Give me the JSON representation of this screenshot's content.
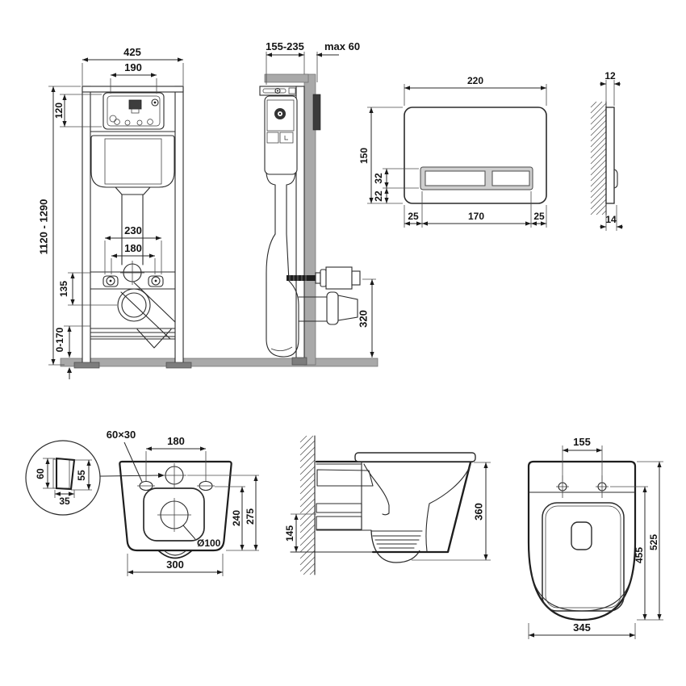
{
  "drawing": {
    "frame_front_view": {
      "overall_width": "425",
      "inner_width": "190",
      "access_height": "120",
      "frame_height_range": "1120 - 1290",
      "fixing_width_outer": "230",
      "fixing_width_inner": "180",
      "drain_drop": "135",
      "foot_adjust_range": "0-170"
    },
    "frame_side_view": {
      "frame_depth_range": "155-235",
      "wall_thickness_max": "max 60",
      "outlet_height": "320"
    },
    "flush_plate_front_view": {
      "width": "220",
      "height": "150",
      "side_margin_left": "25",
      "buttons_width": "170",
      "side_margin_right": "25",
      "button_height": "32",
      "button_bottom_offset": "22"
    },
    "flush_plate_side_view": {
      "thickness_top": "12",
      "thickness_bottom": "14"
    },
    "fixing_hole_detail": {
      "callout": "60×30",
      "outer_height": "60",
      "inner_height": "55",
      "depth": "35"
    },
    "bowl_back_view": {
      "bolt_spacing": "180",
      "drain_diameter": "Ø100",
      "drain_height": "240",
      "bolt_height": "275",
      "width": "300"
    },
    "bowl_side_view": {
      "mount_section_height": "145",
      "overall_height": "360"
    },
    "bowl_top_view": {
      "hinge_spacing": "155",
      "bowl_depth": "455",
      "overall_depth": "525",
      "overall_width": "345"
    }
  }
}
